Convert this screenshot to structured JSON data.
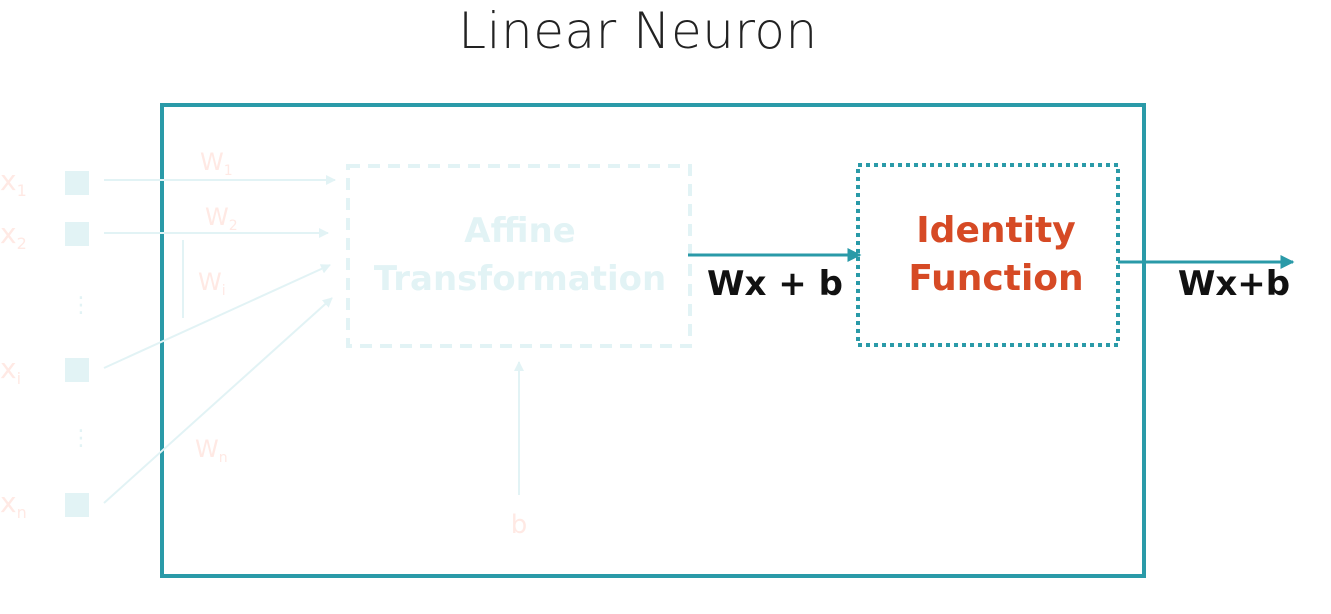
{
  "title": "Linear Neuron",
  "inputs": [
    {
      "label": "x",
      "sub": "1"
    },
    {
      "label": "x",
      "sub": "2"
    },
    {
      "label": "x",
      "sub": "i"
    },
    {
      "label": "x",
      "sub": "n"
    }
  ],
  "weights": [
    {
      "label": "W",
      "sub": "1"
    },
    {
      "label": "W",
      "sub": "2"
    },
    {
      "label": "W",
      "sub": "i"
    },
    {
      "label": "W",
      "sub": "n"
    }
  ],
  "ellipsis": "⋮",
  "affine_box": {
    "line1": "Affine",
    "line2": "Transformation"
  },
  "bias_label": "b",
  "mid_output_label": "Wx + b",
  "identity_box": {
    "line1": "Identity",
    "line2": "Function"
  },
  "final_output_label": "Wx+b",
  "colors": {
    "frame": "#2a9aa8",
    "arrow": "#2a9aa8",
    "identity_text": "#d64a25",
    "output_text": "#111111",
    "faded_teal": "#e2f3f5",
    "faded_orange": "#ffe9e4"
  }
}
